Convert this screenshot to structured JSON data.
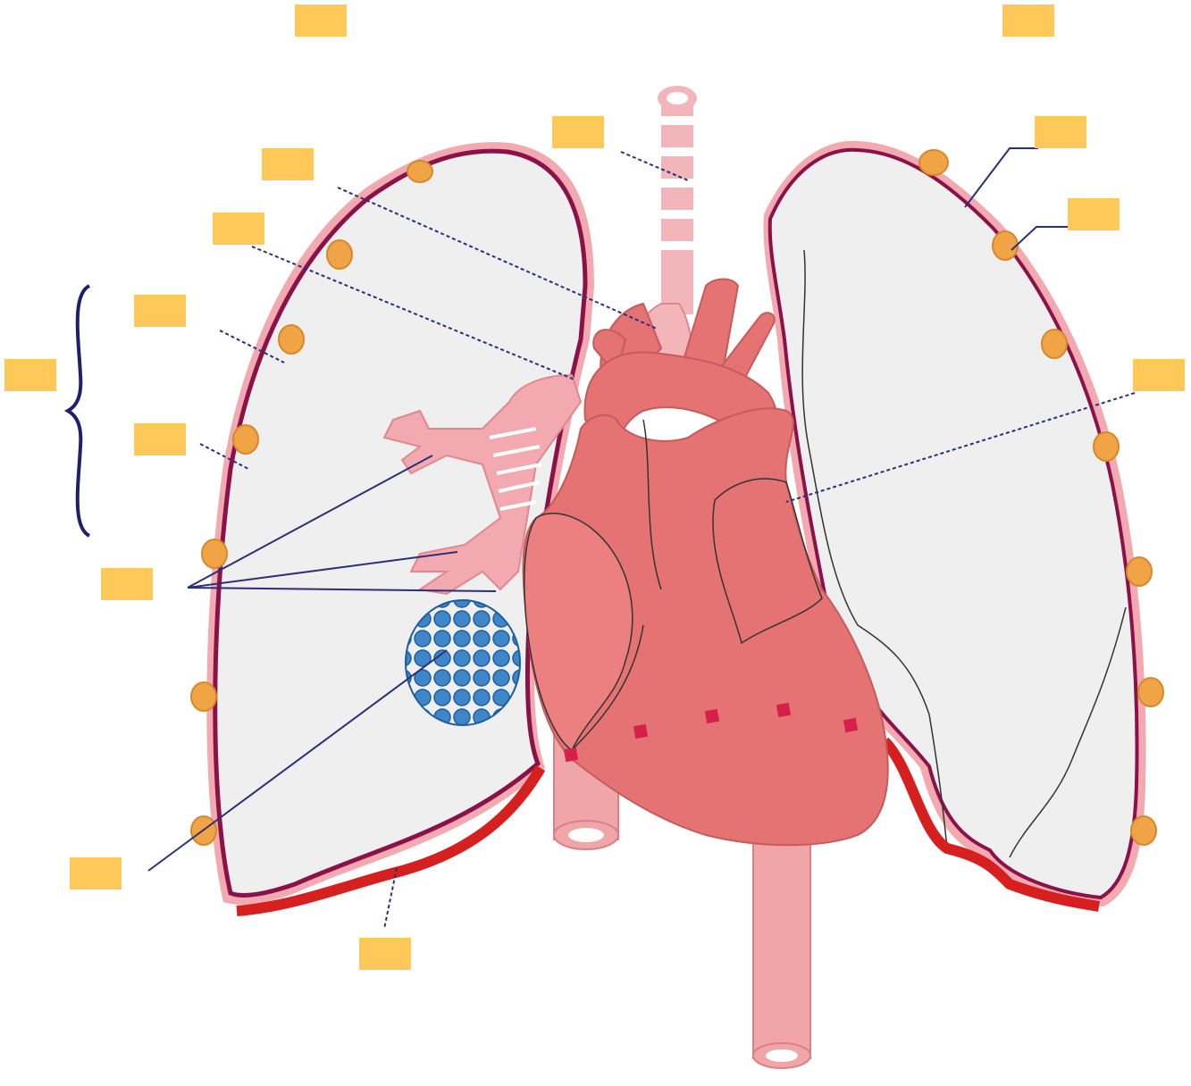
{
  "diagram": {
    "labels": [
      {
        "id": "label-top-left",
        "text": ""
      },
      {
        "id": "label-top-right",
        "text": ""
      },
      {
        "id": "label-trachea",
        "text": ""
      },
      {
        "id": "label-left-1",
        "text": ""
      },
      {
        "id": "label-left-2",
        "text": ""
      },
      {
        "id": "label-left-3",
        "text": ""
      },
      {
        "id": "label-left-4",
        "text": ""
      },
      {
        "id": "label-brace",
        "text": ""
      },
      {
        "id": "label-bronchi",
        "text": ""
      },
      {
        "id": "label-alveoli",
        "text": ""
      },
      {
        "id": "label-diaphragm",
        "text": ""
      },
      {
        "id": "label-right-1",
        "text": ""
      },
      {
        "id": "label-right-2",
        "text": ""
      },
      {
        "id": "label-right-3",
        "text": ""
      }
    ],
    "colors": {
      "label_fill": "#FFC95A",
      "lung_fill": "#EFEFF0",
      "pleura": "#8B1248",
      "pleura_outer": "#F2A9B0",
      "heart": "#E57373",
      "vessel": "#EE9A9F",
      "diaphragm": "#D62020",
      "alveoli": "#2F7BC0",
      "lymph_node": "#F0A445",
      "leader_line": "#2B2F7A",
      "brace": "#1F1F6E"
    }
  }
}
